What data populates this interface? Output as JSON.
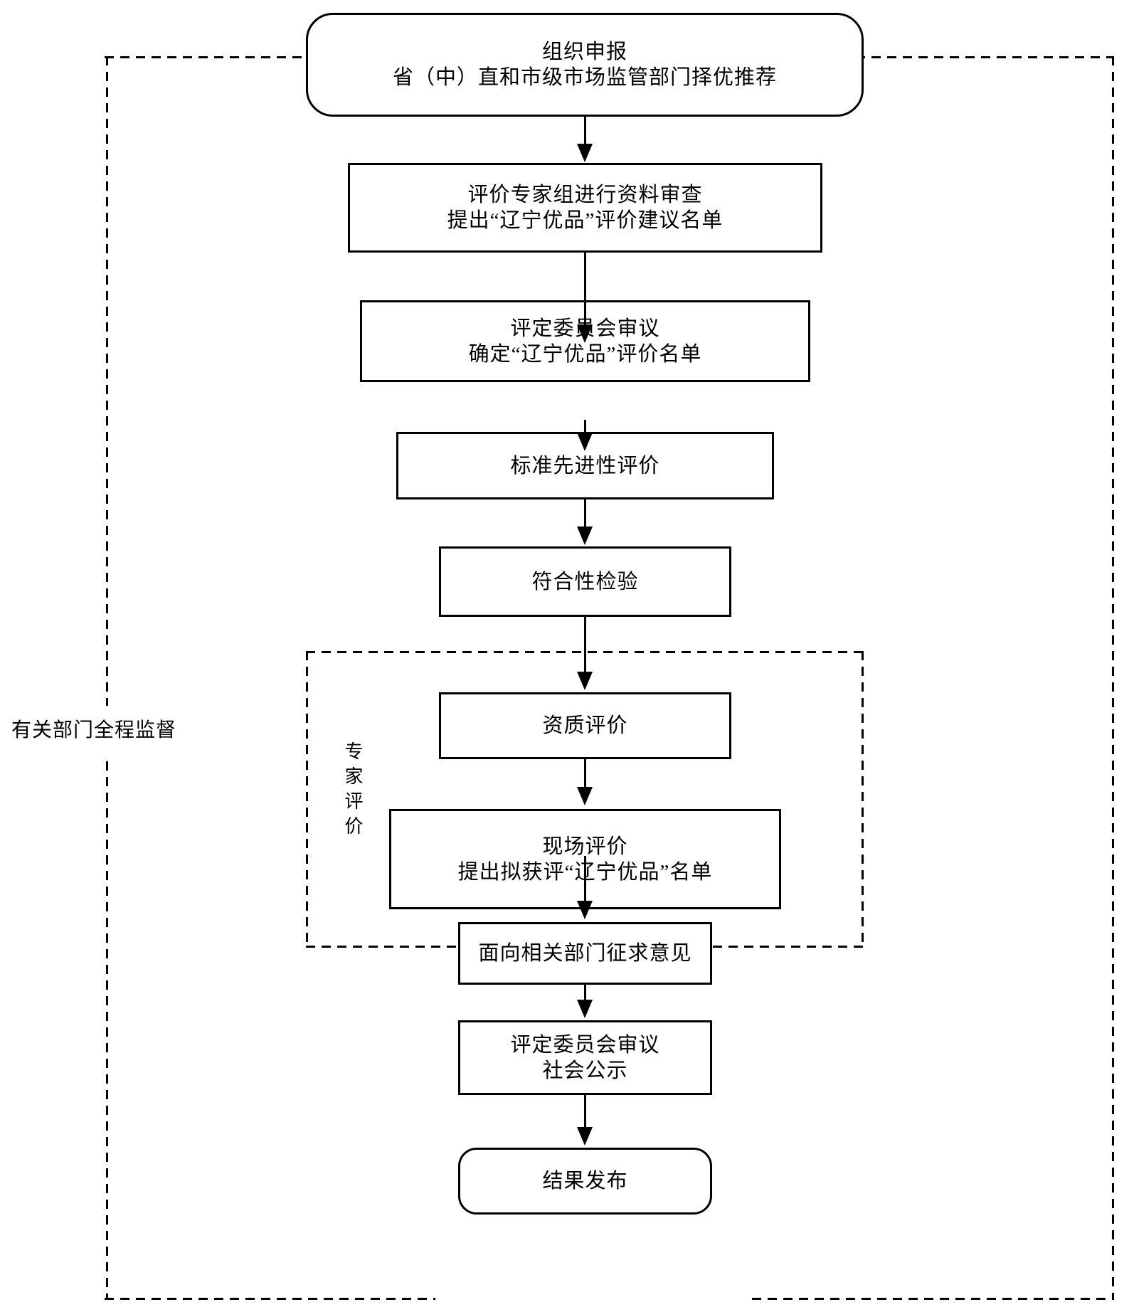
{
  "flowchart": {
    "colors": {
      "line": "#000000",
      "background": "#ffffff"
    },
    "nodes": {
      "start": {
        "lines": [
          "组织申报",
          "省（中）直和市级市场监管部门择优推荐"
        ]
      },
      "material_review": {
        "lines": [
          "评价专家组进行资料审查",
          "提出“辽宁优品”评价建议名单"
        ]
      },
      "committee_review": {
        "lines": [
          "评定委员会审议",
          "确定“辽宁优品”评价名单"
        ]
      },
      "standard_eval": {
        "lines": [
          "标准先进性评价"
        ]
      },
      "conformity_test": {
        "lines": [
          "符合性检验"
        ]
      },
      "qualification_eval": {
        "lines": [
          "资质评价"
        ]
      },
      "onsite_eval": {
        "lines": [
          "现场评价",
          "提出拟获评“辽宁优品”名单"
        ]
      },
      "solicit_opinion": {
        "lines": [
          "面向相关部门征求意见"
        ]
      },
      "final_review": {
        "lines": [
          "评定委员会审议",
          "社会公示"
        ]
      },
      "publish": {
        "lines": [
          "结果发布"
        ]
      }
    },
    "labels": {
      "supervision": "有关部门全程监督",
      "expert_evaluation": "专家评价"
    }
  }
}
